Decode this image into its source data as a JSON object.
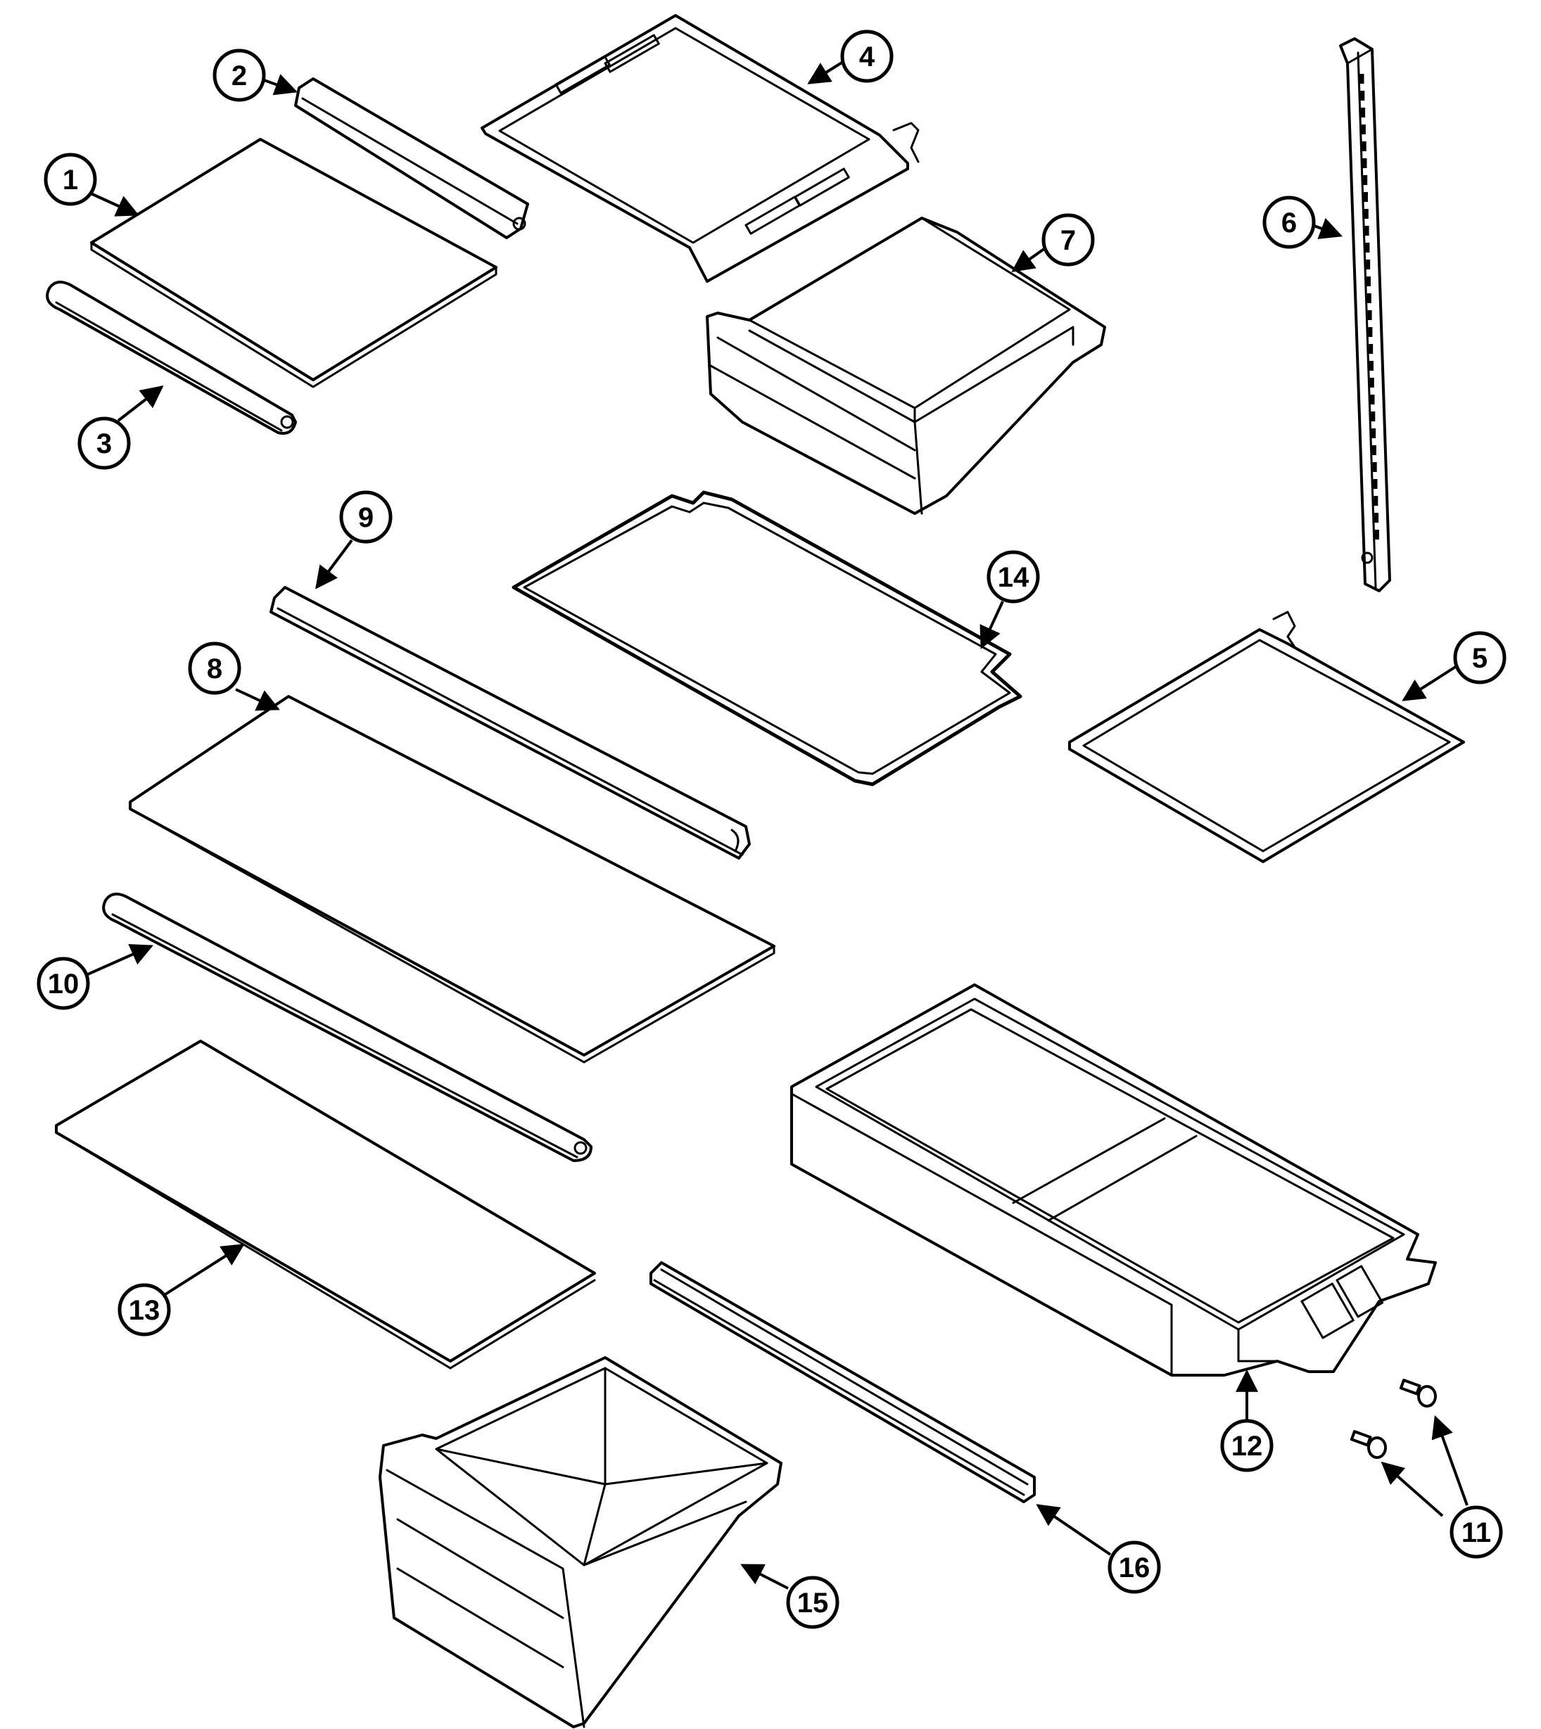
{
  "diagram": {
    "callouts": [
      {
        "label": "1"
      },
      {
        "label": "2"
      },
      {
        "label": "3"
      },
      {
        "label": "4"
      },
      {
        "label": "5"
      },
      {
        "label": "6"
      },
      {
        "label": "7"
      },
      {
        "label": "8"
      },
      {
        "label": "9"
      },
      {
        "label": "10"
      },
      {
        "label": "11"
      },
      {
        "label": "12"
      },
      {
        "label": "13"
      },
      {
        "label": "14"
      },
      {
        "label": "15"
      },
      {
        "label": "16"
      }
    ]
  }
}
